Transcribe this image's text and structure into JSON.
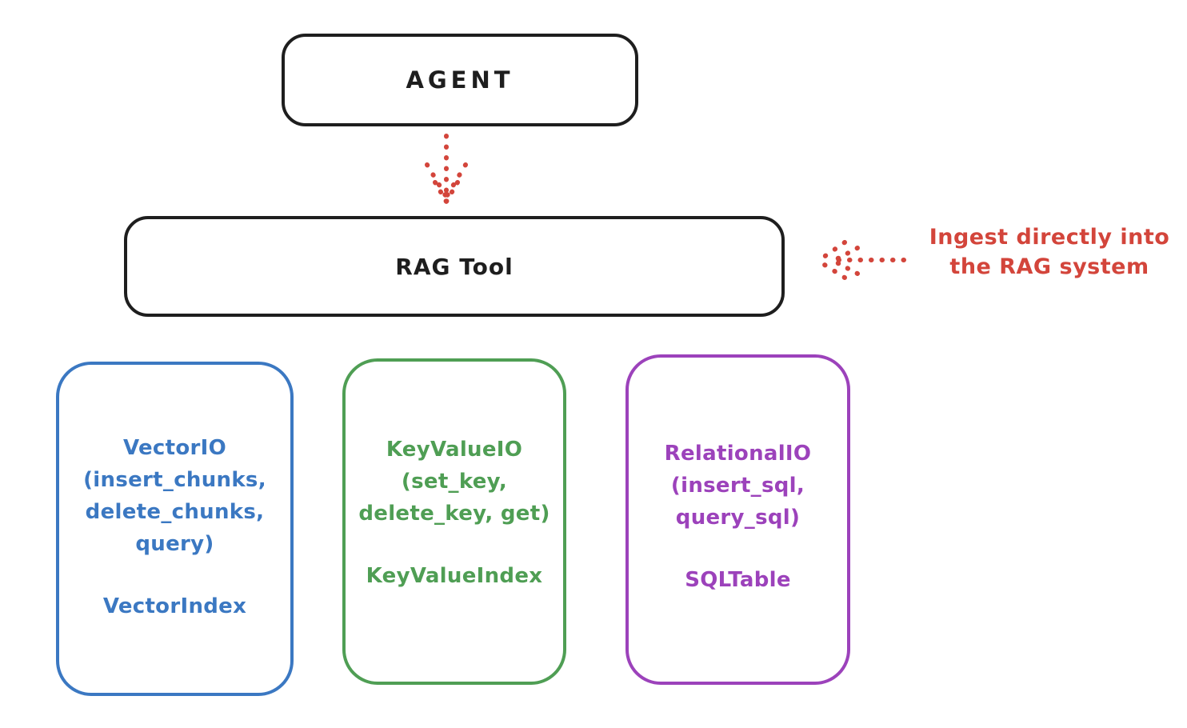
{
  "diagram": {
    "agent": {
      "label": "AGENT"
    },
    "rag_tool": {
      "label": "RAG Tool"
    },
    "annotation": {
      "line1": "Ingest directly into",
      "line2": "the RAG system"
    },
    "backends": [
      {
        "title": "VectorIO",
        "methods": [
          "(insert_chunks,",
          "delete_chunks,",
          "query)"
        ],
        "index": "VectorIndex",
        "color": "#3b78c2"
      },
      {
        "title": "KeyValueIO",
        "methods": [
          "(set_key,",
          "delete_key, get)"
        ],
        "index": "KeyValueIndex",
        "color": "#4f9e54"
      },
      {
        "title": "RelationalIO",
        "methods": [
          "(insert_sql,",
          "query_sql)"
        ],
        "index": "SQLTable",
        "color": "#9c42bb"
      }
    ],
    "colors": {
      "outline": "#1e1e1e",
      "accent_red": "#d3453b",
      "background": "#ffffff"
    }
  }
}
